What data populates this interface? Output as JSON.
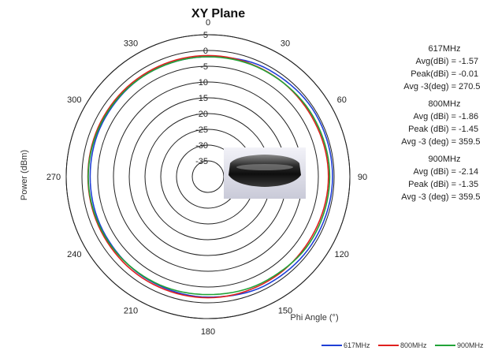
{
  "chart_data": {
    "type": "polar-line",
    "title": "XY Plane",
    "xlabel": "Phi Angle (°)",
    "ylabel": "Power (dBm)",
    "angle_ticks": [
      "0",
      "30",
      "60",
      "90",
      "120",
      "150",
      "180",
      "210",
      "240",
      "270",
      "300",
      "330"
    ],
    "radial_ticks": [
      "5",
      "0",
      "-5",
      "-10",
      "-15",
      "-20",
      "-25",
      "-30",
      "-35"
    ],
    "rlim": [
      -40,
      5
    ],
    "grid": true,
    "legend_position": "bottom-right",
    "series": [
      {
        "name": "617MHz",
        "color": "#1f3fd6",
        "angles": [
          0,
          30,
          60,
          90,
          120,
          150,
          180,
          210,
          240,
          270,
          300,
          330
        ],
        "values": [
          -2,
          -1,
          -0.5,
          -0.5,
          -0.7,
          -1,
          -1.8,
          -2.2,
          -2.5,
          -2.6,
          -2.4,
          -2.1
        ]
      },
      {
        "name": "800MHz",
        "color": "#e0201f",
        "angles": [
          0,
          30,
          60,
          90,
          120,
          150,
          180,
          210,
          240,
          270,
          300,
          330
        ],
        "values": [
          -1.6,
          -1.8,
          -2,
          -1.8,
          -2,
          -1.8,
          -1.6,
          -1.7,
          -1.9,
          -1.9,
          -1.8,
          -1.7
        ]
      },
      {
        "name": "900MHz",
        "color": "#21a338",
        "angles": [
          0,
          30,
          60,
          90,
          120,
          150,
          180,
          210,
          240,
          270,
          300,
          330
        ],
        "values": [
          -2,
          -1.9,
          -1.6,
          -1.4,
          -1.5,
          -2.2,
          -2.6,
          -2.4,
          -2.2,
          -2,
          -2.1,
          -2.1
        ]
      }
    ]
  },
  "stats": [
    {
      "title": "617MHz",
      "rows": [
        {
          "label": "Avg(dBi) =",
          "value": "-1.57"
        },
        {
          "label": "Peak(dBi) =",
          "value": "-0.01"
        },
        {
          "label": "Avg -3(deg) =",
          "value": "270.5"
        }
      ]
    },
    {
      "title": "800MHz",
      "rows": [
        {
          "label": "Avg (dBi) =",
          "value": "-1.86"
        },
        {
          "label": "Peak (dBi) =",
          "value": "-1.45"
        },
        {
          "label": "Avg -3 (deg) =",
          "value": "359.5"
        }
      ]
    },
    {
      "title": "900MHz",
      "rows": [
        {
          "label": "Avg (dBi) =",
          "value": "-2.14"
        },
        {
          "label": "Peak (dBi) =",
          "value": "-1.35"
        },
        {
          "label": "Avg -3 (deg) =",
          "value": "359.5"
        }
      ]
    }
  ]
}
